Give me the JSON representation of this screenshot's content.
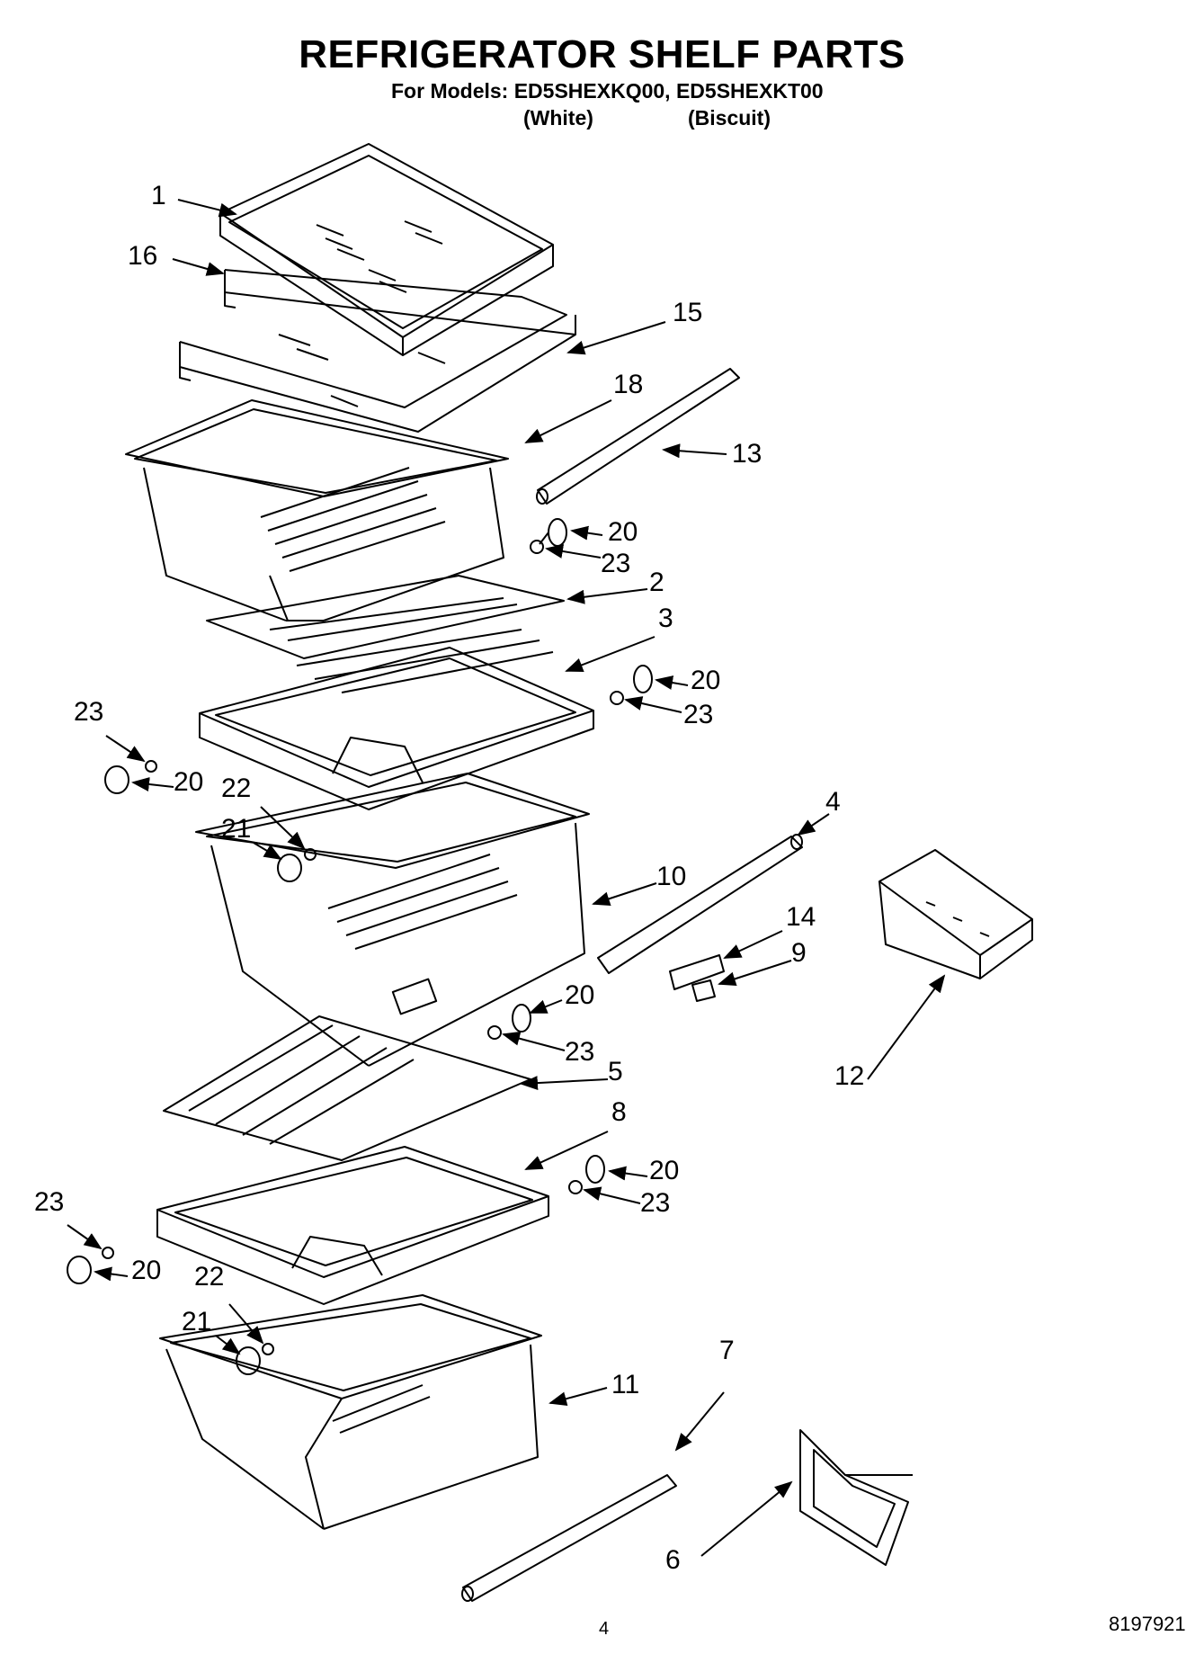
{
  "header": {
    "title": "REFRIGERATOR SHELF PARTS",
    "models_line": "For Models: ED5SHEXKQ00, ED5SHEXKT00",
    "variant_white": "(White)",
    "variant_biscuit": "(Biscuit)"
  },
  "callouts": [
    "1",
    "16",
    "15",
    "18",
    "13",
    "20",
    "23",
    "2",
    "3",
    "20",
    "23",
    "23",
    "20",
    "22",
    "21",
    "4",
    "10",
    "14",
    "9",
    "20",
    "23",
    "5",
    "12",
    "8",
    "20",
    "23",
    "23",
    "20",
    "22",
    "21",
    "7",
    "11",
    "6"
  ],
  "footer": {
    "page_number": "4",
    "document_number": "8197921"
  }
}
